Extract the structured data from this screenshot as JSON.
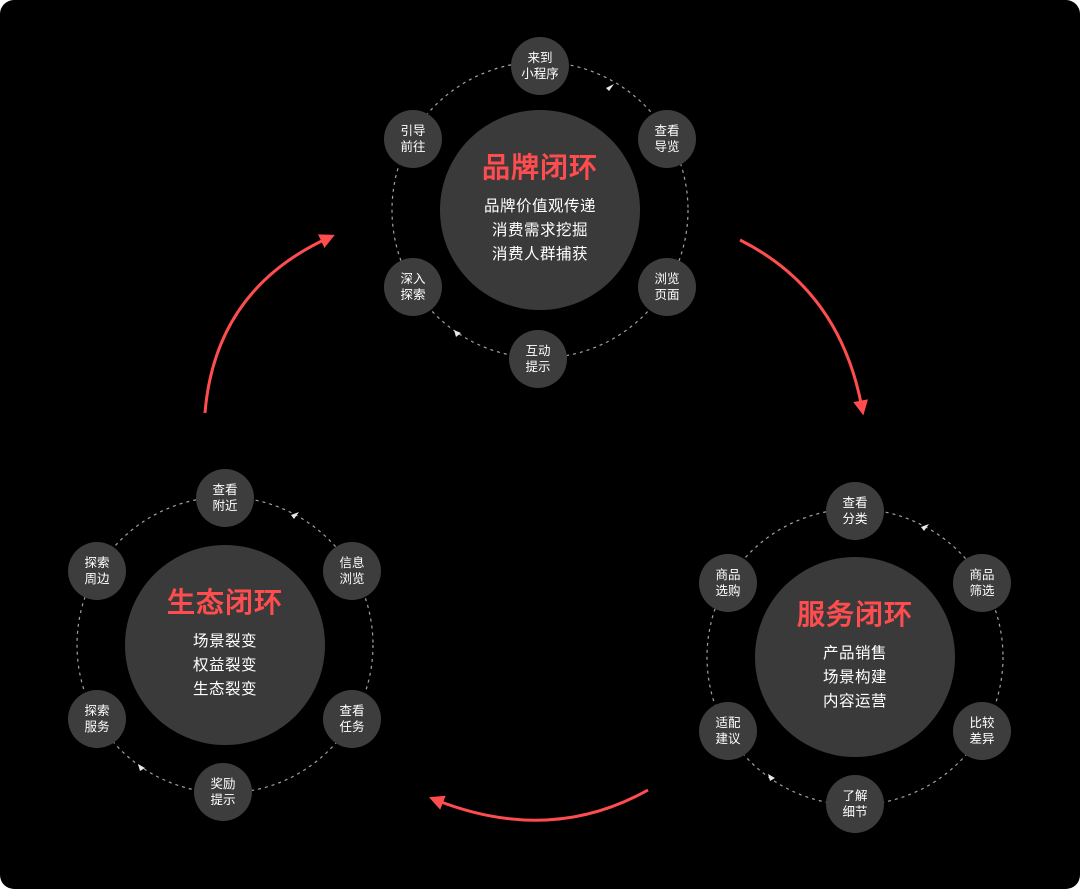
{
  "colors": {
    "background": "#000000",
    "accent": "#ff4d4f",
    "hub_fill": "#3a3a3a",
    "node_fill": "#3d3d3d",
    "ring_stroke": "#bdbdbd",
    "text": "#ffffff"
  },
  "loops": [
    {
      "title": "品牌闭环",
      "lines": [
        "品牌价值观传递",
        "消费需求挖掘",
        "消费人群捕获"
      ],
      "nodes": [
        [
          "来到",
          "小程序"
        ],
        [
          "查看",
          "导览"
        ],
        [
          "浏览",
          "页面"
        ],
        [
          "互动",
          "提示"
        ],
        [
          "深入",
          "探索"
        ],
        [
          "引导",
          "前往"
        ]
      ]
    },
    {
      "title": "服务闭环",
      "lines": [
        "产品销售",
        "场景构建",
        "内容运营"
      ],
      "nodes": [
        [
          "查看",
          "分类"
        ],
        [
          "商品",
          "筛选"
        ],
        [
          "比较",
          "差异"
        ],
        [
          "了解",
          "细节"
        ],
        [
          "适配",
          "建议"
        ],
        [
          "商品",
          "选购"
        ]
      ]
    },
    {
      "title": "生态闭环",
      "lines": [
        "场景裂变",
        "权益裂变",
        "生态裂变"
      ],
      "nodes": [
        [
          "查看",
          "附近"
        ],
        [
          "信息",
          "浏览"
        ],
        [
          "查看",
          "任务"
        ],
        [
          "奖励",
          "提示"
        ],
        [
          "探索",
          "服务"
        ],
        [
          "探索",
          "周边"
        ]
      ]
    }
  ]
}
